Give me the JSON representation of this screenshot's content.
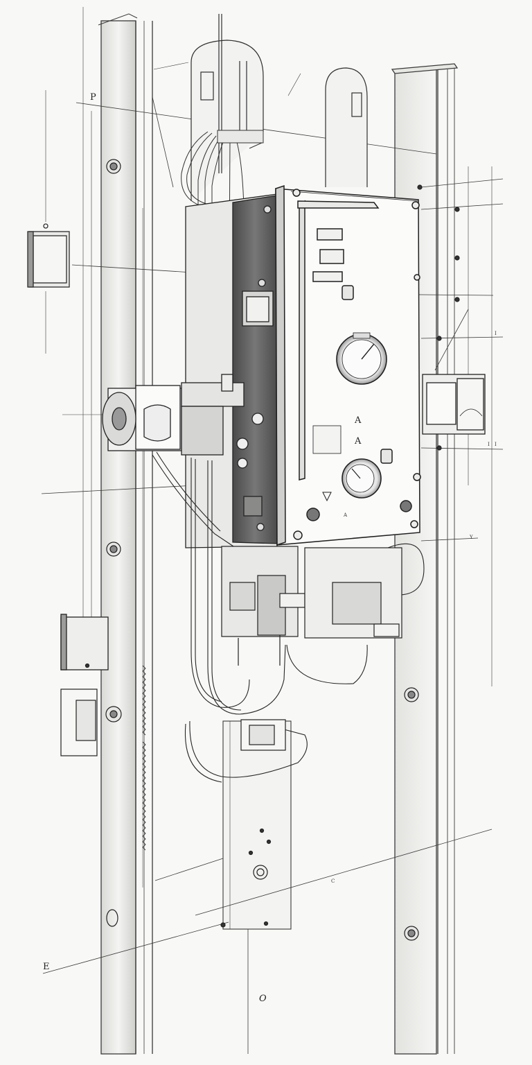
{
  "labels": {
    "P": "P",
    "E": "E",
    "C": "C",
    "O": "O",
    "I_upper": "I",
    "I_lower": "I",
    "I_mid": "I",
    "Y": "Y",
    "warning_upper": "A",
    "warning_lower": "A",
    "warning_bottom": "A"
  },
  "colors": {
    "paper": "#f8f8f6",
    "ink": "#2a2a2a",
    "shade": "#7a7a7a",
    "dark_panel": "#5e5e5e"
  }
}
